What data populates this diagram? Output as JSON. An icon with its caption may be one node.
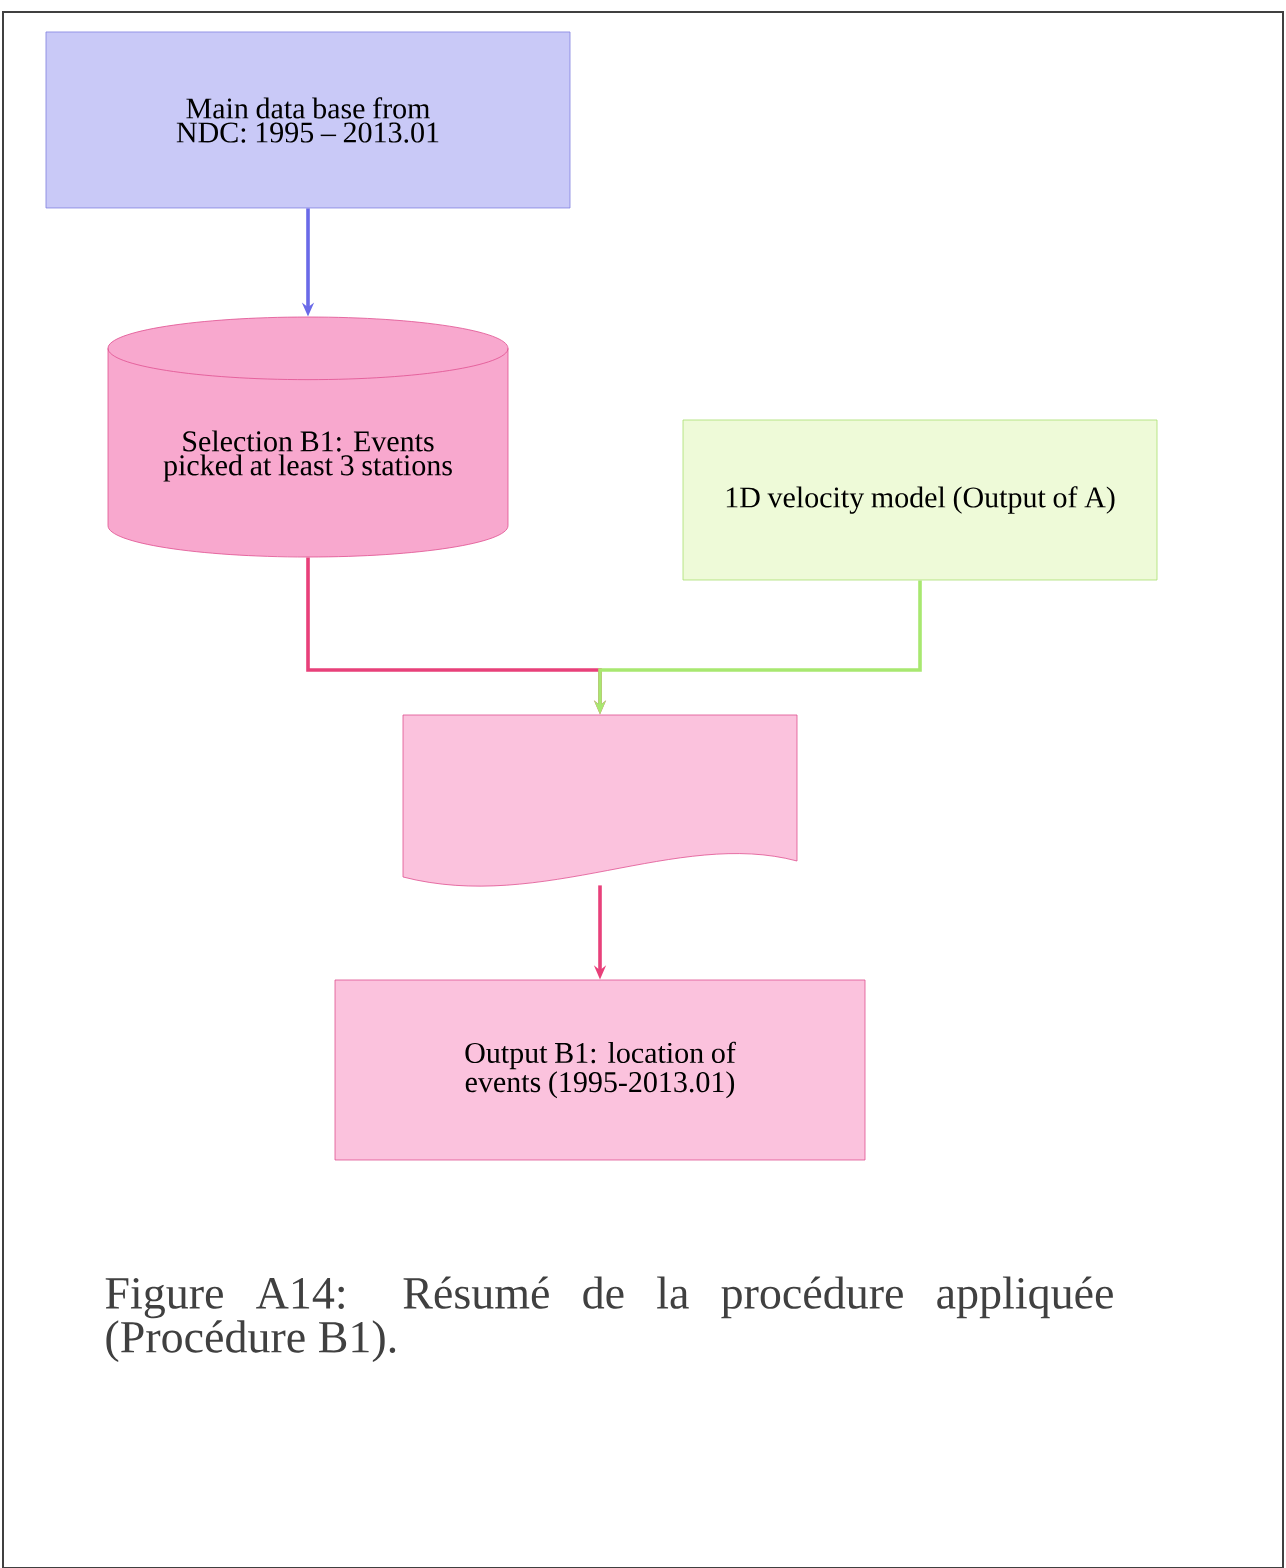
{
  "diagram": {
    "caption": "Figure A14: Résumé de la procédure appliquée (Procédure B1).",
    "nodes": [
      {
        "text": [
          "Main data base from NDC: 1995 – 2013.01"
        ]
      },
      {
        "text": [
          "Selection B1: Events picked at least 3 stations"
        ]
      },
      {
        "text": [
          "1D velocity model (Output of A)"
        ]
      },
      {
        "text": [],
        "shape": "document"
      },
      {
        "text": [
          "Output B1: location of events (1995-2013.01)"
        ]
      }
    ],
    "edges": [
      {
        "from": 0,
        "to": 1,
        "arrow": "to",
        "color": "#6a6ae8"
      },
      {
        "from": 1,
        "to": 3,
        "arrow": "to"
      },
      {
        "from": 2,
        "to": 3,
        "arrow": "to",
        "color": "#a8e870"
      },
      {
        "from": 3,
        "to": 4,
        "arrow": "to"
      }
    ]
  }
}
